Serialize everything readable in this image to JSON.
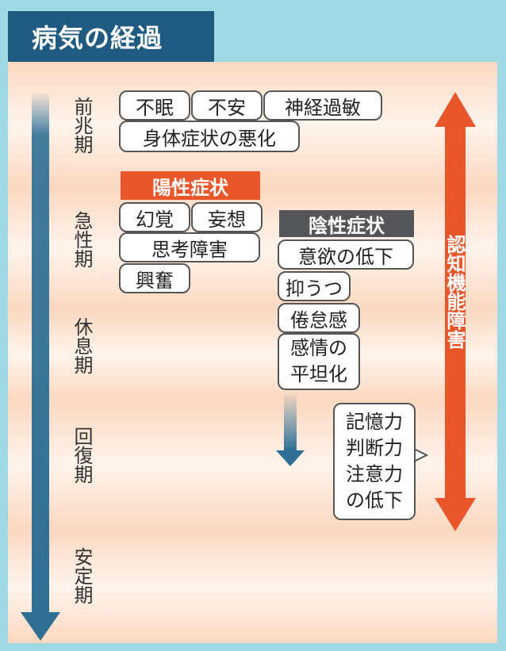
{
  "title": "病気の経過",
  "stages": [
    "前兆期",
    "急性期",
    "休息期",
    "回復期",
    "安定期"
  ],
  "prodromal_symptoms": [
    "不眠",
    "不安",
    "神経過敏",
    "身体症状の悪化"
  ],
  "positive_symptoms": {
    "label": "陽性症状",
    "items": [
      "幻覚",
      "妄想",
      "思考障害",
      "興奮"
    ]
  },
  "negative_symptoms": {
    "label": "陰性症状",
    "items": [
      "意欲の低下",
      "抑うつ",
      "倦怠感",
      "感情の平坦化"
    ]
  },
  "cognitive_callout": [
    "記憶力",
    "判断力",
    "注意力",
    "の低下"
  ],
  "cognitive_dysfunction_label": "認知機能障害",
  "colors": {
    "title_bg": "#1f5a80",
    "page_bg": "#9fd9e6",
    "orange_accent": "#e8562a",
    "time_arrow": "#2f6f93",
    "negative_label_bg": "#555657"
  }
}
